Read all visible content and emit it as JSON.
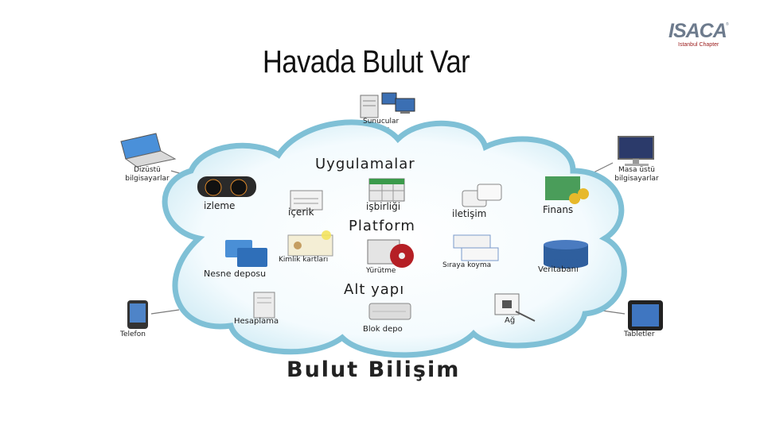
{
  "slide": {
    "title": "Havada Bulut Var"
  },
  "logo": {
    "name": "ISACA",
    "chapter": "Istanbul Chapter",
    "mark": "®"
  },
  "diagram": {
    "caption": "Bulut Bilişim",
    "layers": {
      "applications": "Uygulamalar",
      "platform": "Platform",
      "infrastructure": "Alt yapı"
    },
    "apps": [
      "izleme",
      "içerik",
      "işbirliği",
      "iletişim",
      "Finans"
    ],
    "platform_items": [
      "Nesne deposu",
      "Kimlik kartları",
      "Yürütme",
      "Sıraya koyma",
      "Veritabanı"
    ],
    "infra_items": [
      "Hesaplama",
      "Blok depo",
      "Ağ"
    ],
    "devices": [
      "Sunucular",
      "Dizüstü bilgisayarlar",
      "Masa üstü bilgisayarlar",
      "Telefon",
      "Tabletler"
    ]
  },
  "colors": {
    "cloud_fill": "#e9f7fc",
    "cloud_edge": "#8ec9dd",
    "logo": "#6d7b8d",
    "chapter": "#9a1a1a"
  }
}
